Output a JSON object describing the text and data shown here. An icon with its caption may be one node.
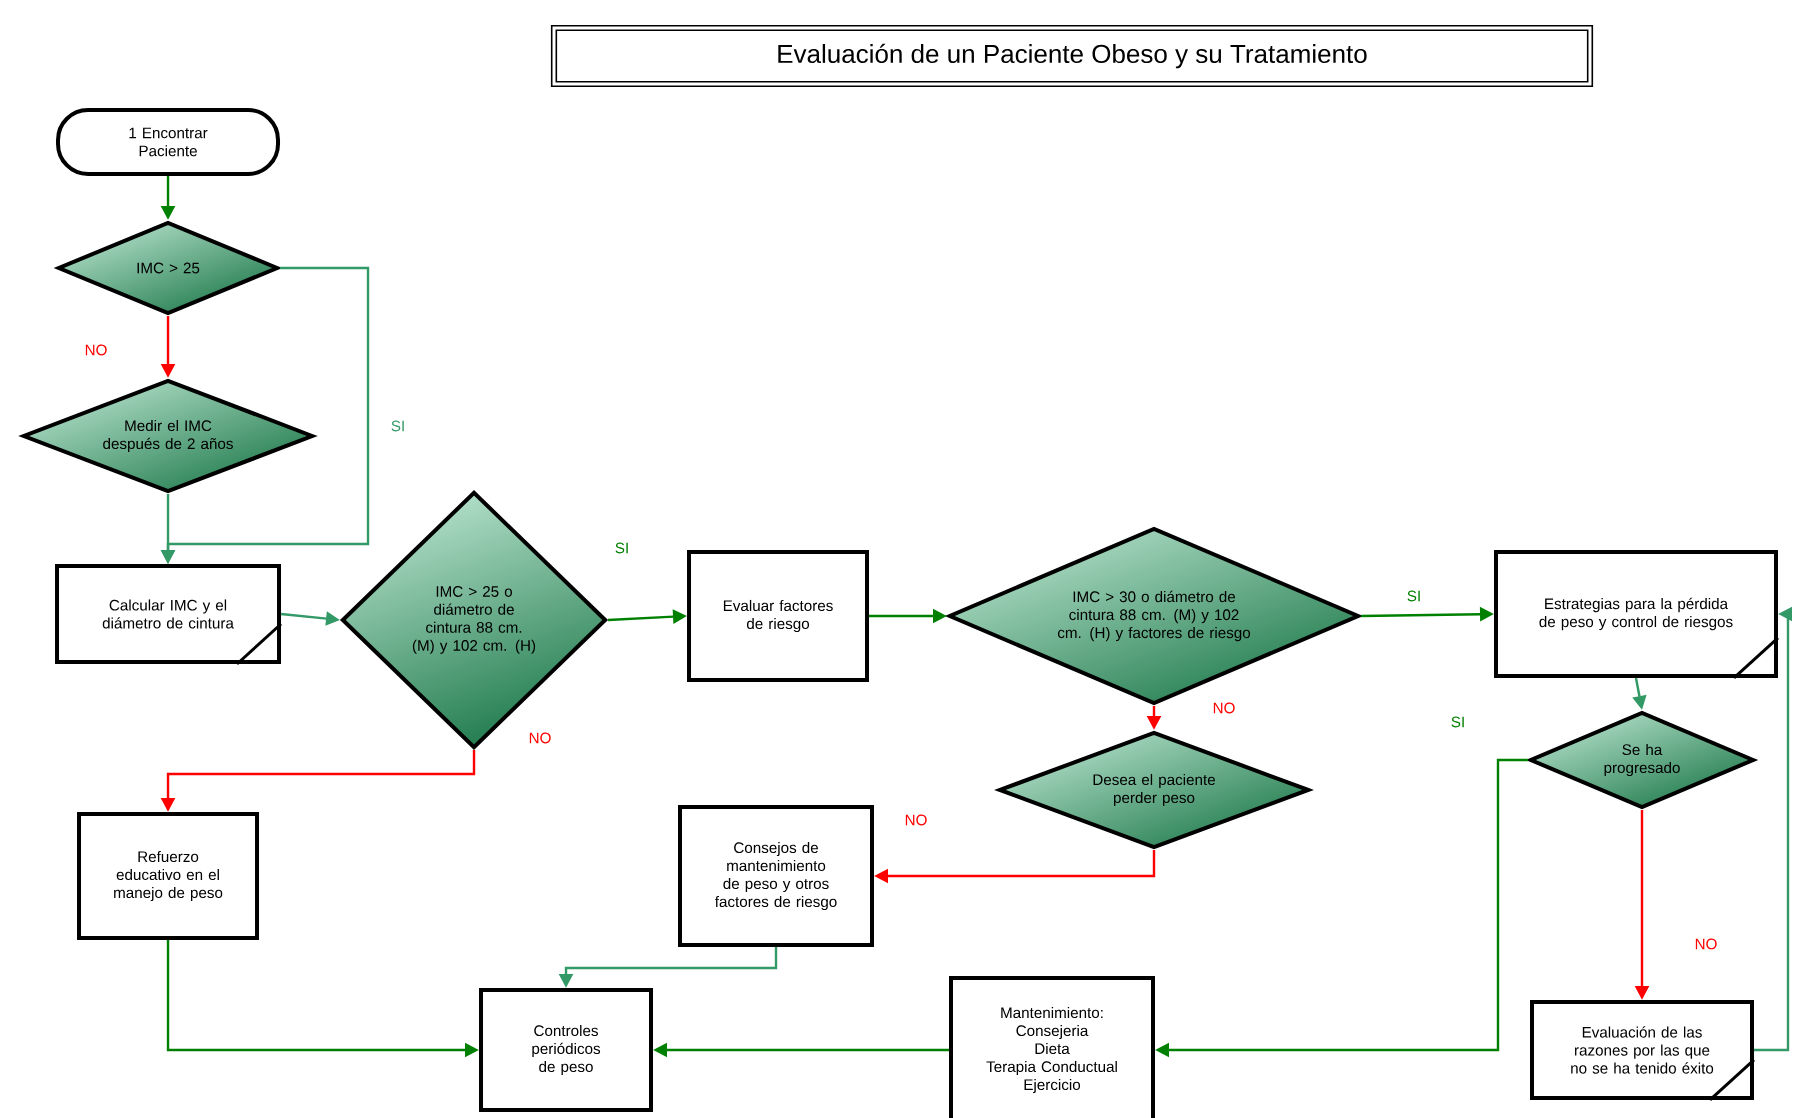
{
  "diagram": {
    "title": "Evaluación de un Paciente Obeso y su Tratamiento",
    "nodes": [
      {
        "text": [
          "1 Encontrar Paciente"
        ]
      },
      {
        "text": [
          "IMC > 25"
        ]
      },
      {
        "text": [
          "Medir el IMC después de 2 años"
        ]
      },
      {
        "text": [
          "Calcular IMC y el diámetro de cintura"
        ]
      },
      {
        "text": [
          "IMC > 25 o diámetro de cintura 88 cm. (M) y 102 cm. (H)"
        ]
      },
      {
        "text": [
          "Evaluar factores de riesgo"
        ]
      },
      {
        "text": [
          "IMC > 30 o diámetro de cintura 88 cm. (M) y 102 cm. (H) y factores de riesgo"
        ]
      },
      {
        "text": [
          "Desea el paciente perder peso"
        ]
      },
      {
        "text": [
          "Estrategias para la pérdida de peso y control de riesgos"
        ]
      },
      {
        "text": [
          "Se ha progresado"
        ]
      },
      {
        "text": [
          "Refuerzo educativo en el manejo de peso"
        ]
      },
      {
        "text": [
          "Consejos de mantenimiento de peso y otros factores de riesgo"
        ]
      },
      {
        "text": [
          "Controles periódicos de peso"
        ]
      },
      {
        "text": [
          "Mantenimiento:",
          "Consejeria",
          "Dieta",
          "Terapia Conductual",
          "Ejercicio"
        ]
      },
      {
        "text": [
          "Evaluación de las razones por las que no se ha tenido éxito"
        ]
      }
    ],
    "edges": [
      {
        "from": 0,
        "to": 1,
        "arrow": "to"
      },
      {
        "from": 1,
        "to": 2,
        "arrow": "to",
        "label": "NO",
        "color": "#ff0000"
      },
      {
        "from": 1,
        "to": 3,
        "arrow": "to",
        "label": "SI",
        "color": "#339966"
      },
      {
        "from": 2,
        "to": 3,
        "arrow": "to",
        "color": "#339966"
      },
      {
        "from": 3,
        "to": 4,
        "arrow": "to",
        "color": "#339966"
      },
      {
        "from": 4,
        "to": 5,
        "arrow": "to",
        "label": "SI"
      },
      {
        "from": 4,
        "to": 10,
        "arrow": "to",
        "label": "NO",
        "color": "#ff0000"
      },
      {
        "from": 5,
        "to": 6,
        "arrow": "to"
      },
      {
        "from": 6,
        "to": 8,
        "arrow": "to",
        "label": "SI"
      },
      {
        "from": 6,
        "to": 7,
        "arrow": "to",
        "label": "NO",
        "color": "#ff0000"
      },
      {
        "from": 7,
        "to": 11,
        "arrow": "to",
        "label": "NO",
        "color": "#ff0000"
      },
      {
        "from": 8,
        "to": 9,
        "arrow": "to",
        "color": "#339966"
      },
      {
        "from": 9,
        "to": 13,
        "arrow": "to",
        "label": "SI"
      },
      {
        "from": 9,
        "to": 14,
        "arrow": "to",
        "label": "NO",
        "color": "#ff0000"
      },
      {
        "from": 10,
        "to": 12,
        "arrow": "to"
      },
      {
        "from": 11,
        "to": 12,
        "arrow": "to",
        "color": "#339966"
      },
      {
        "from": 13,
        "to": 12,
        "arrow": "to"
      },
      {
        "from": 14,
        "to": 8,
        "arrow": "to",
        "color": "#339966"
      }
    ]
  }
}
